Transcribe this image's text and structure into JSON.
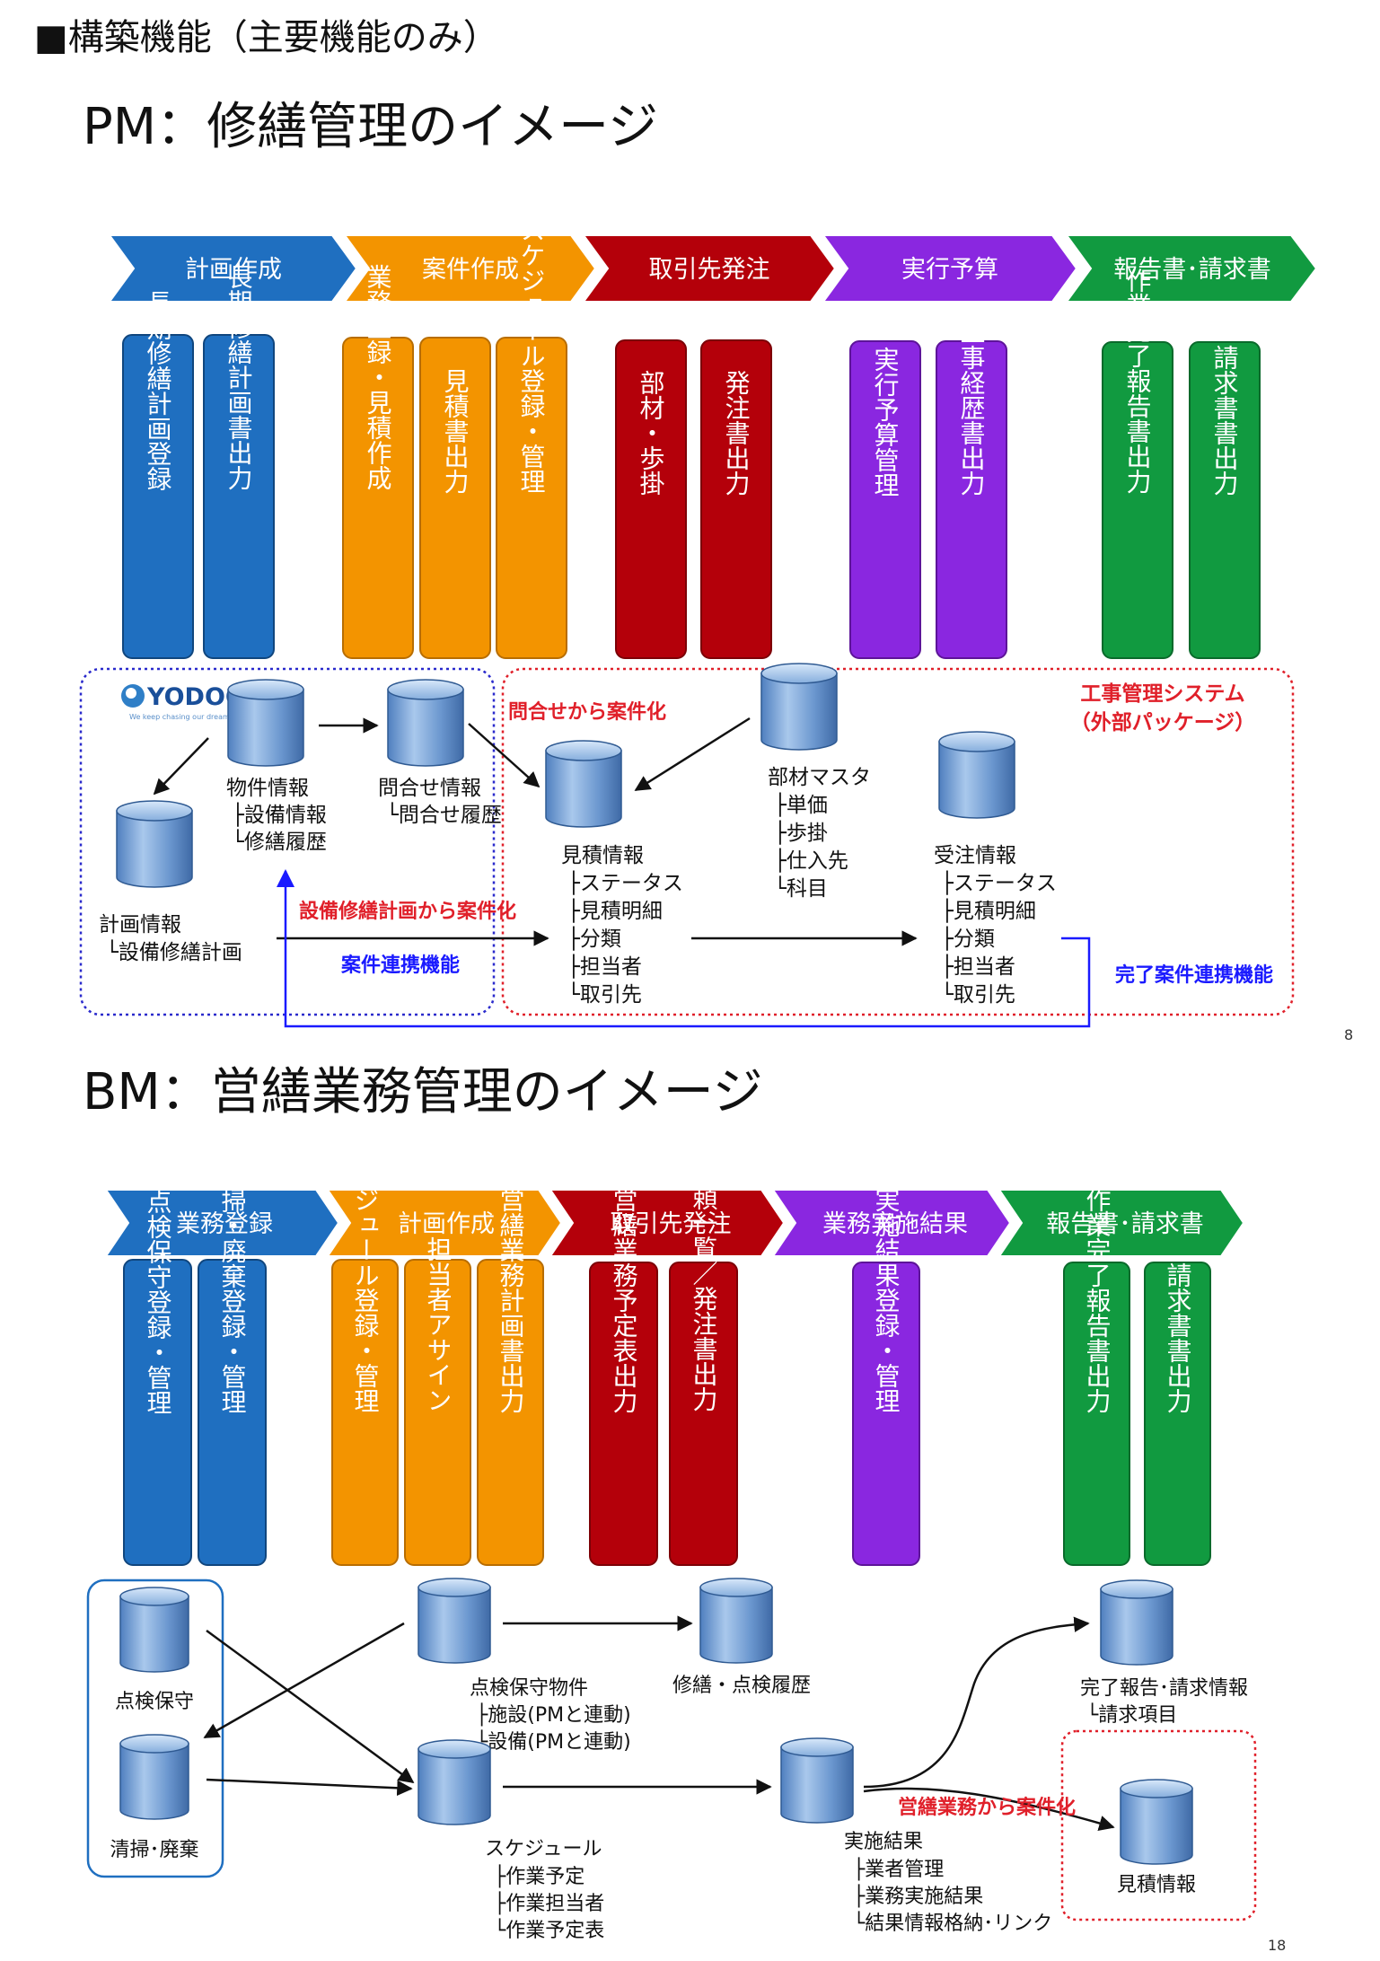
{
  "header": {
    "title": "■構築機能（主要機能のみ）"
  },
  "pm": {
    "title": "PM：修繕管理のイメージ",
    "page_number": "8",
    "steps": [
      {
        "label": "計画作成",
        "color": "#1f6fc0"
      },
      {
        "label": "案件作成",
        "color": "#f39400"
      },
      {
        "label": "取引先発注",
        "color": "#b4000a"
      },
      {
        "label": "実行予算",
        "color": "#8a27e0"
      },
      {
        "label": "報告書･請求書",
        "color": "#119a40"
      }
    ],
    "functions": [
      {
        "label": "長期修繕計画登録",
        "color": "#1f6fc0"
      },
      {
        "label": "長期修繕計画書出力",
        "color": "#1f6fc0"
      },
      {
        "label": "業務登録・見積作成",
        "color": "#f39400"
      },
      {
        "label": "見積書出力",
        "color": "#f39400"
      },
      {
        "label": "スケジュール登録・管理",
        "color": "#f39400"
      },
      {
        "label": "部材・歩掛",
        "color": "#b4000a"
      },
      {
        "label": "発注書出力",
        "color": "#b4000a"
      },
      {
        "label": "実行予算管理",
        "color": "#8a27e0"
      },
      {
        "label": "工事経歴書出力",
        "color": "#8a27e0"
      },
      {
        "label": "作業完了報告書出力",
        "color": "#119a40"
      },
      {
        "label": "請求書書出力",
        "color": "#119a40"
      }
    ],
    "logo": {
      "name": "YODOQ",
      "tagline": "We keep chasing our dream"
    },
    "system_label_1": "工事管理システム",
    "system_label_2": "（外部パッケージ）",
    "databases": {
      "property": {
        "title": "物件情報",
        "lines": [
          "├設備情報",
          "└修繕履歴"
        ]
      },
      "inquiry": {
        "title": "問合せ情報",
        "lines": [
          "└問合せ履歴"
        ]
      },
      "plan": {
        "title": "計画情報",
        "lines": [
          "└設備修繕計画"
        ]
      },
      "material": {
        "title": "部材マスタ",
        "lines": [
          "├単価",
          "├歩掛",
          "├仕入先",
          "└科目"
        ]
      },
      "estimate": {
        "title": "見積情報",
        "lines": [
          "├ステータス",
          "├見積明細",
          "├分類",
          "├担当者",
          "└取引先"
        ]
      },
      "order": {
        "title": "受注情報",
        "lines": [
          "├ステータス",
          "├見積明細",
          "├分類",
          "├担当者",
          "└取引先"
        ]
      }
    },
    "annotations": {
      "inquiry_to_case": "問合せから案件化",
      "plan_to_case": "設備修繕計画から案件化",
      "case_link": "案件連携機能",
      "done_link": "完了案件連携機能"
    }
  },
  "bm": {
    "title": "BM：営繕業務管理のイメージ",
    "page_number": "18",
    "steps": [
      {
        "label": "業務登録",
        "color": "#1f6fc0"
      },
      {
        "label": "計画作成",
        "color": "#f39400"
      },
      {
        "label": "取引先発注",
        "color": "#b4000a"
      },
      {
        "label": "業務実施結果",
        "color": "#8a27e0"
      },
      {
        "label": "報告書･請求書",
        "color": "#119a40"
      }
    ],
    "functions": [
      {
        "label": "点検保守登録・管理",
        "color": "#1f6fc0"
      },
      {
        "label": "清掃・廃棄登録・管理",
        "color": "#1f6fc0"
      },
      {
        "label": "スケジュール登録・管理",
        "color": "#f39400"
      },
      {
        "label": "担当者アサイン",
        "color": "#f39400"
      },
      {
        "label": "営繕業務計画書出力",
        "color": "#f39400"
      },
      {
        "label": "営繕業務予定表出力",
        "color": "#b4000a"
      },
      {
        "label": "依頼一覧／発注書出力",
        "color": "#b4000a"
      },
      {
        "label": "実施結果登録・管理",
        "color": "#8a27e0"
      },
      {
        "label": "作業完了報告書出力",
        "color": "#119a40"
      },
      {
        "label": "請求書書出力",
        "color": "#119a40"
      }
    ],
    "databases": {
      "inspection": {
        "title": "点検保守",
        "lines": []
      },
      "cleaning": {
        "title": "清掃･廃棄",
        "lines": []
      },
      "insp_property": {
        "title": "点検保守物件",
        "lines": [
          "├施設(PMと連動)",
          "└設備(PMと連動)"
        ]
      },
      "history": {
        "title": "修繕・点検履歴",
        "lines": []
      },
      "schedule": {
        "title": "スケジュール",
        "lines": [
          "├作業予定",
          "├作業担当者",
          "└作業予定表"
        ]
      },
      "result": {
        "title": "実施結果",
        "lines": [
          "├業者管理",
          "├業務実施結果",
          "└結果情報格納･リンク"
        ]
      },
      "report": {
        "title": "完了報告･請求情報",
        "lines": [
          "└請求項目"
        ]
      },
      "estimate": {
        "title": "見積情報",
        "lines": []
      }
    },
    "annotations": {
      "bm_to_case": "営繕業務から案件化"
    }
  }
}
